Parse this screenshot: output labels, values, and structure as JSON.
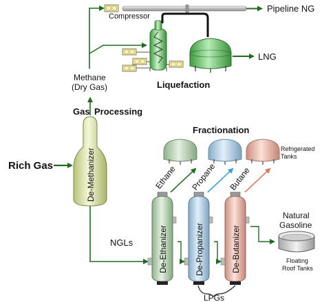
{
  "labels": {
    "compressor": "Compressor",
    "pipeline_ng": "Pipeline NG",
    "lng": "LNG",
    "liquefaction": "Liquefaction",
    "methane_line1": "Methane",
    "methane_line2": "(Dry Gas)",
    "gas_processing_a": "Gas",
    "gas_processing_b": "Processing",
    "rich_gas": "Rich Gas",
    "de_methanizer": "De-Methanizer",
    "fractionation": "Fractionation",
    "refrigerated_line1": "Refrigerated",
    "refrigerated_line2": "Tanks",
    "ethane": "Ethane",
    "propane": "Propane",
    "butane": "Butane",
    "de_ethanizer": "De-Ethanizer",
    "de_propanizer": "De-Propanizer",
    "de_butanizer": "De-Butanizer",
    "ngls": "NGLs",
    "natural_line1": "Natural",
    "natural_line2": "Gasoline",
    "floating_line1": "Floating",
    "floating_line2": "Roof Tanks",
    "lpgs": "LPGs"
  },
  "colors": {
    "arrow": "#1f6b1f",
    "methanizer": "#dfe6a8",
    "ethane_tank": "#bcd6b6",
    "propane_tank": "#b7d4ea",
    "butane_tank": "#efb9a9",
    "lng_tank": "#7fcf7f",
    "pipe": "#c8c8c8"
  }
}
